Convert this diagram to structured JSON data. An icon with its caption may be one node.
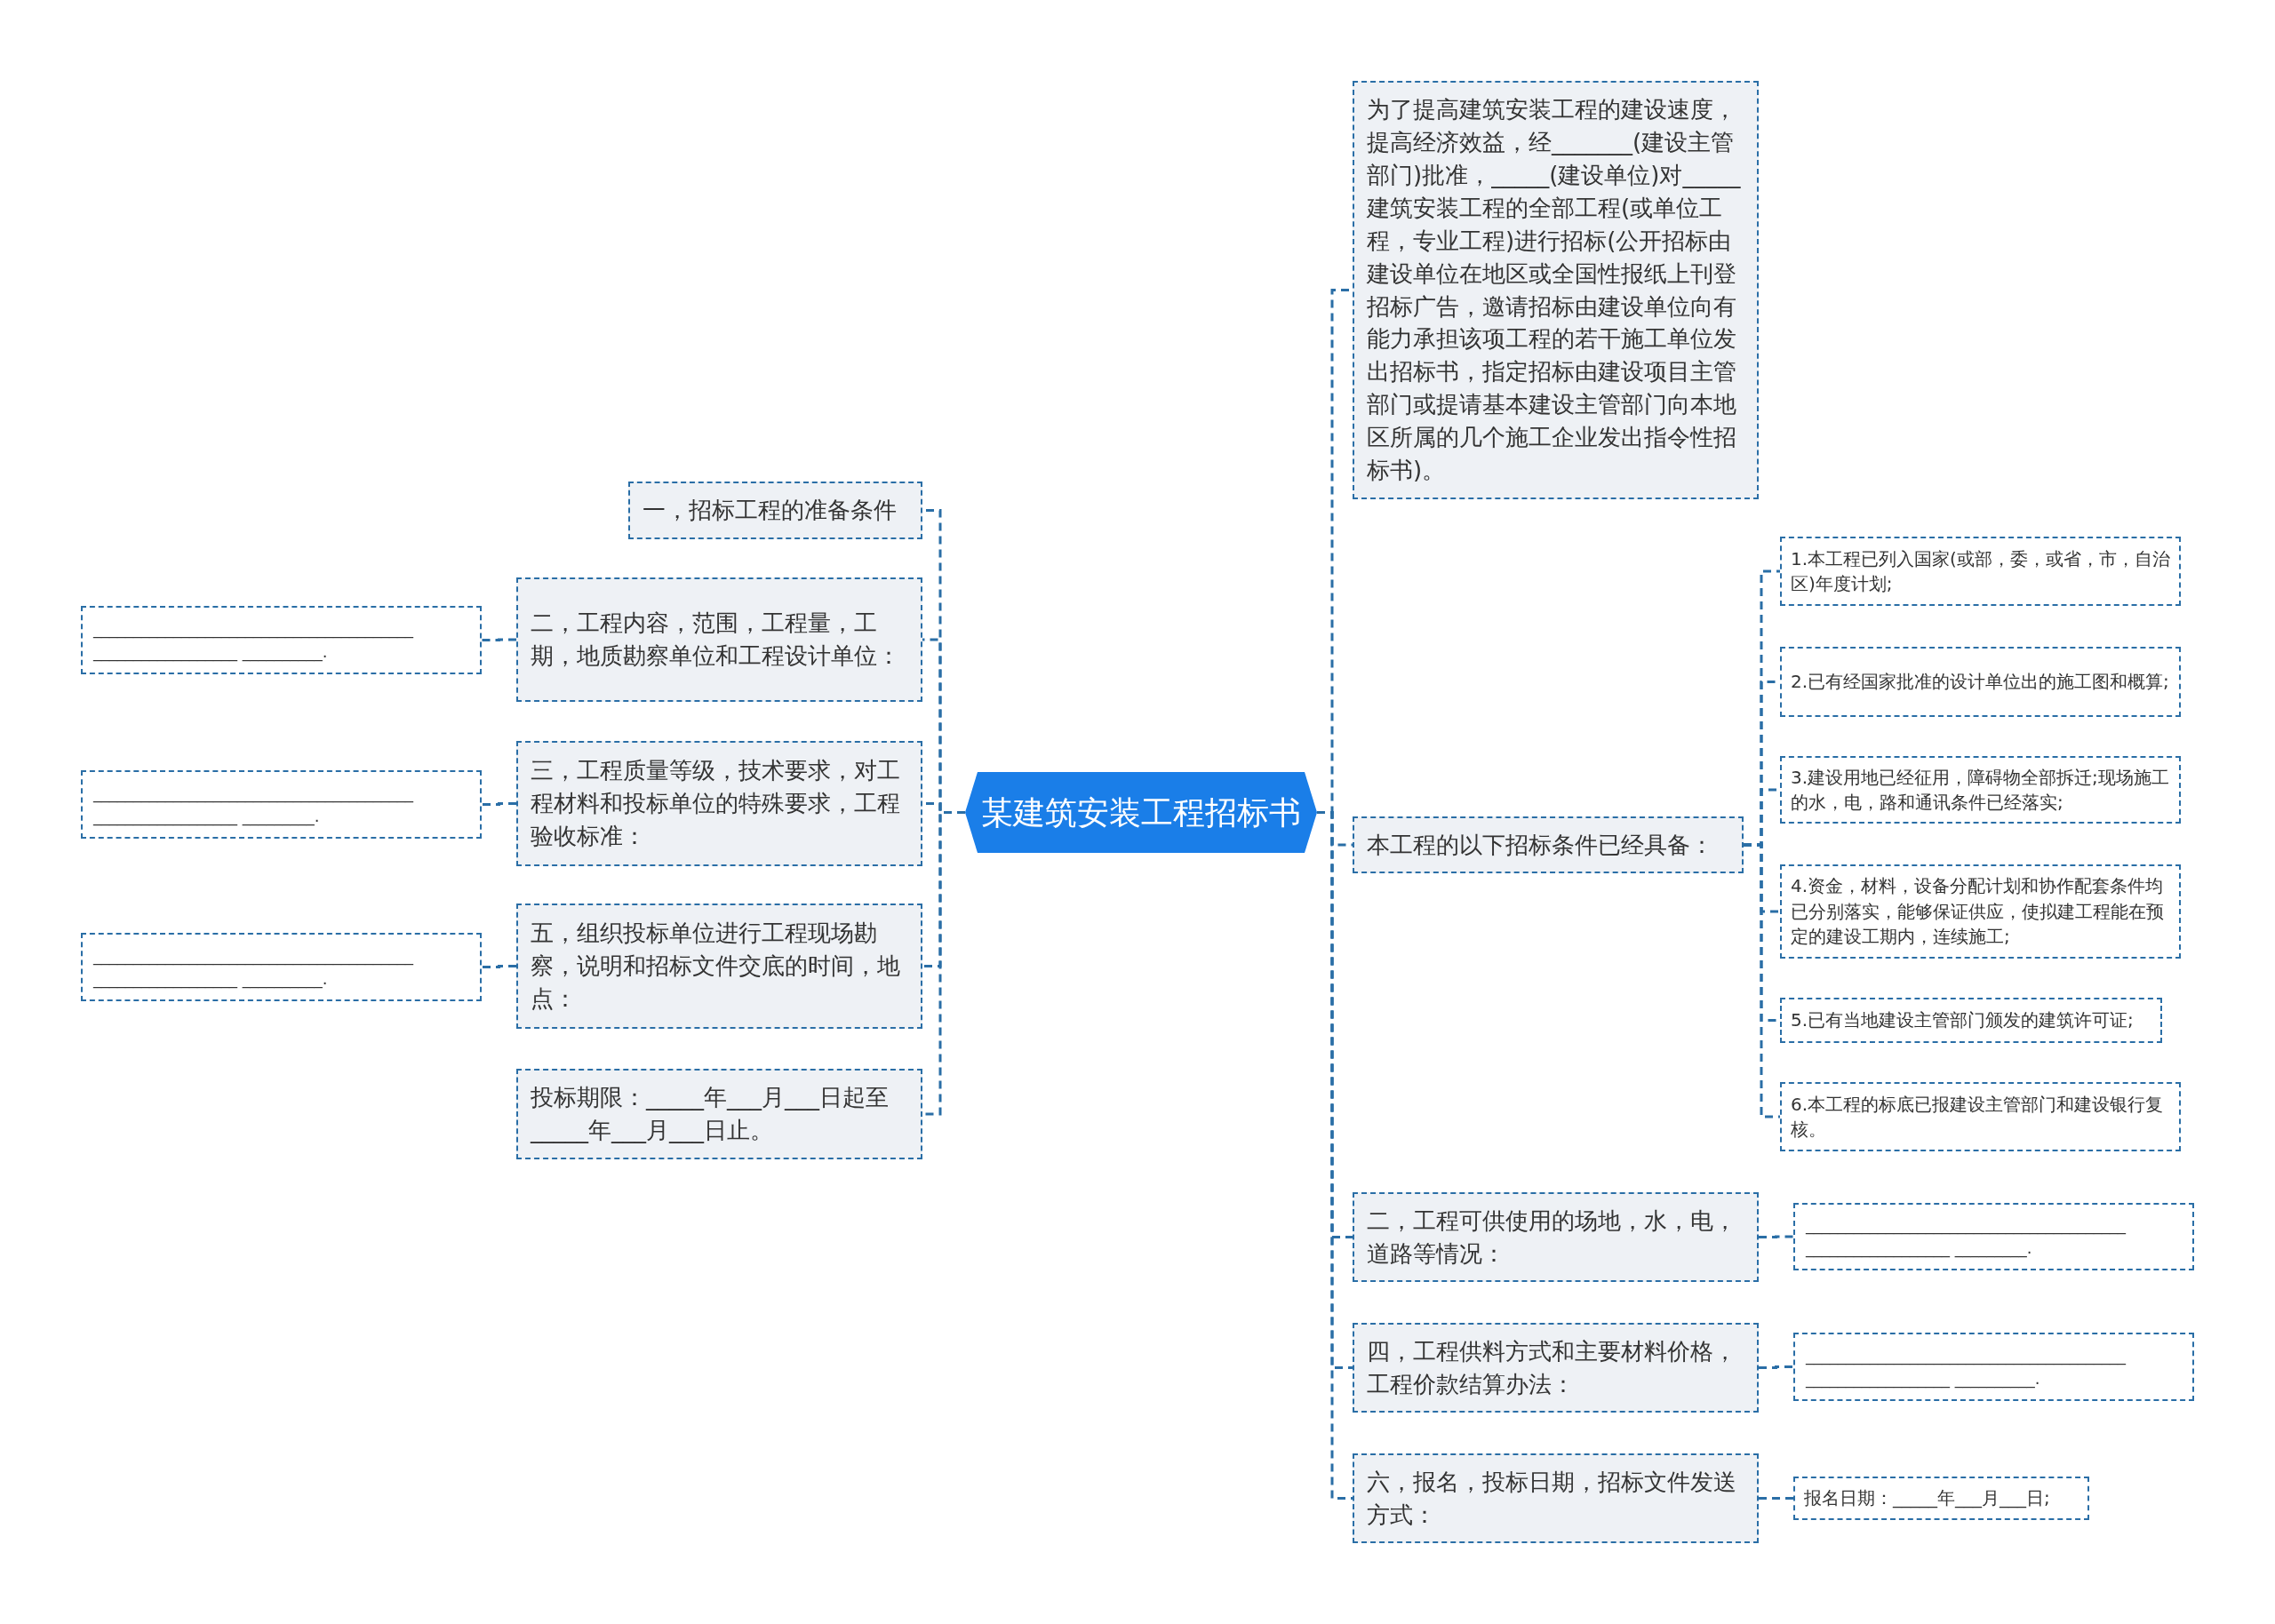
{
  "diagram": {
    "nodes": [
      {
        "text": [
          "某建筑安装工程招标书"
        ]
      },
      {
        "text": [
          "一，招标工程的准备条件"
        ]
      },
      {
        "text": [
          "二，工程内容，范围，工程量，工期，地质勘察单位和工程设计单位："
        ]
      },
      {
        "text": [
          "________________________________________ __________________ __________."
        ]
      },
      {
        "text": [
          "三，工程质量等级，技术要求，对工程材料和投标单位的特殊要求，工程验收标准："
        ]
      },
      {
        "text": [
          "________________________________________ __________________ _________."
        ]
      },
      {
        "text": [
          "五，组织投标单位进行工程现场勘察，说明和招标文件交底的时间，地点："
        ]
      },
      {
        "text": [
          "________________________________________ __________________ __________."
        ]
      },
      {
        "text": [
          "投标期限：_____年___月___日起至_____年___月___日止。"
        ]
      },
      {
        "text": [
          "为了提高建筑安装工程的建设速度，提高经济效益，经_______(建设主管部门)批准，_____(建设单位)对_____建筑安装工程的全部工程(或单位工程，专业工程)进行招标(公开招标由建设单位在地区或全国性报纸上刊登招标广告，邀请招标由建设单位向有能力承担该项工程的若干施工单位发出招标书，指定招标由建设项目主管部门或提请基本建设主管部门向本地区所属的几个施工企业发出指令性招标书)。"
        ]
      },
      {
        "text": [
          "本工程的以下招标条件已经具备："
        ]
      },
      {
        "text": [
          "1.本工程已列入国家(或部，委，或省，市，自治区)年度计划;"
        ]
      },
      {
        "text": [
          "2.已有经国家批准的设计单位出的施工图和概算;"
        ]
      },
      {
        "text": [
          "3.建设用地已经征用，障碍物全部拆迁;现场施工的水，电，路和通讯条件已经落实;"
        ]
      },
      {
        "text": [
          "4.资金，材料，设备分配计划和协作配套条件均已分别落实，能够保证供应，使拟建工程能在预定的建设工期内，连续施工;"
        ]
      },
      {
        "text": [
          "5.已有当地建设主管部门颁发的建筑许可证;"
        ]
      },
      {
        "text": [
          "6.本工程的标底已报建设主管部门和建设银行复核。"
        ]
      },
      {
        "text": [
          "二，工程可供使用的场地，水，电，道路等情况："
        ]
      },
      {
        "text": [
          "________________________________________ __________________ _________."
        ]
      },
      {
        "text": [
          "四，工程供料方式和主要材料价格，工程价款结算办法："
        ]
      },
      {
        "text": [
          "________________________________________ __________________ __________."
        ]
      },
      {
        "text": [
          "六，报名，投标日期，招标文件发送方式："
        ]
      },
      {
        "text": [
          "报名日期：_____年___月___日;"
        ]
      }
    ],
    "edges": [
      {
        "from": 0,
        "to": 1,
        "arrow": "none",
        "style": "dashed"
      },
      {
        "from": 0,
        "to": 2,
        "arrow": "none",
        "style": "dashed"
      },
      {
        "from": 2,
        "to": 3,
        "arrow": "none",
        "style": "dashed"
      },
      {
        "from": 0,
        "to": 4,
        "arrow": "none",
        "style": "dashed"
      },
      {
        "from": 4,
        "to": 5,
        "arrow": "none",
        "style": "dashed"
      },
      {
        "from": 0,
        "to": 6,
        "arrow": "none",
        "style": "dashed"
      },
      {
        "from": 6,
        "to": 7,
        "arrow": "none",
        "style": "dashed"
      },
      {
        "from": 0,
        "to": 8,
        "arrow": "none",
        "style": "dashed"
      },
      {
        "from": 0,
        "to": 9,
        "arrow": "none",
        "style": "dashed"
      },
      {
        "from": 0,
        "to": 10,
        "arrow": "none",
        "style": "dashed"
      },
      {
        "from": 10,
        "to": 11,
        "arrow": "none",
        "style": "dashed"
      },
      {
        "from": 10,
        "to": 12,
        "arrow": "none",
        "style": "dashed"
      },
      {
        "from": 10,
        "to": 13,
        "arrow": "none",
        "style": "dashed"
      },
      {
        "from": 10,
        "to": 14,
        "arrow": "none",
        "style": "dashed"
      },
      {
        "from": 10,
        "to": 15,
        "arrow": "none",
        "style": "dashed"
      },
      {
        "from": 10,
        "to": 16,
        "arrow": "none",
        "style": "dashed"
      },
      {
        "from": 0,
        "to": 17,
        "arrow": "none",
        "style": "dashed"
      },
      {
        "from": 17,
        "to": 18,
        "arrow": "none",
        "style": "dashed"
      },
      {
        "from": 0,
        "to": 19,
        "arrow": "none",
        "style": "dashed"
      },
      {
        "from": 19,
        "to": 20,
        "arrow": "none",
        "style": "dashed"
      },
      {
        "from": 0,
        "to": 21,
        "arrow": "none",
        "style": "dashed"
      },
      {
        "from": 21,
        "to": 22,
        "arrow": "none",
        "style": "dashed"
      }
    ]
  }
}
